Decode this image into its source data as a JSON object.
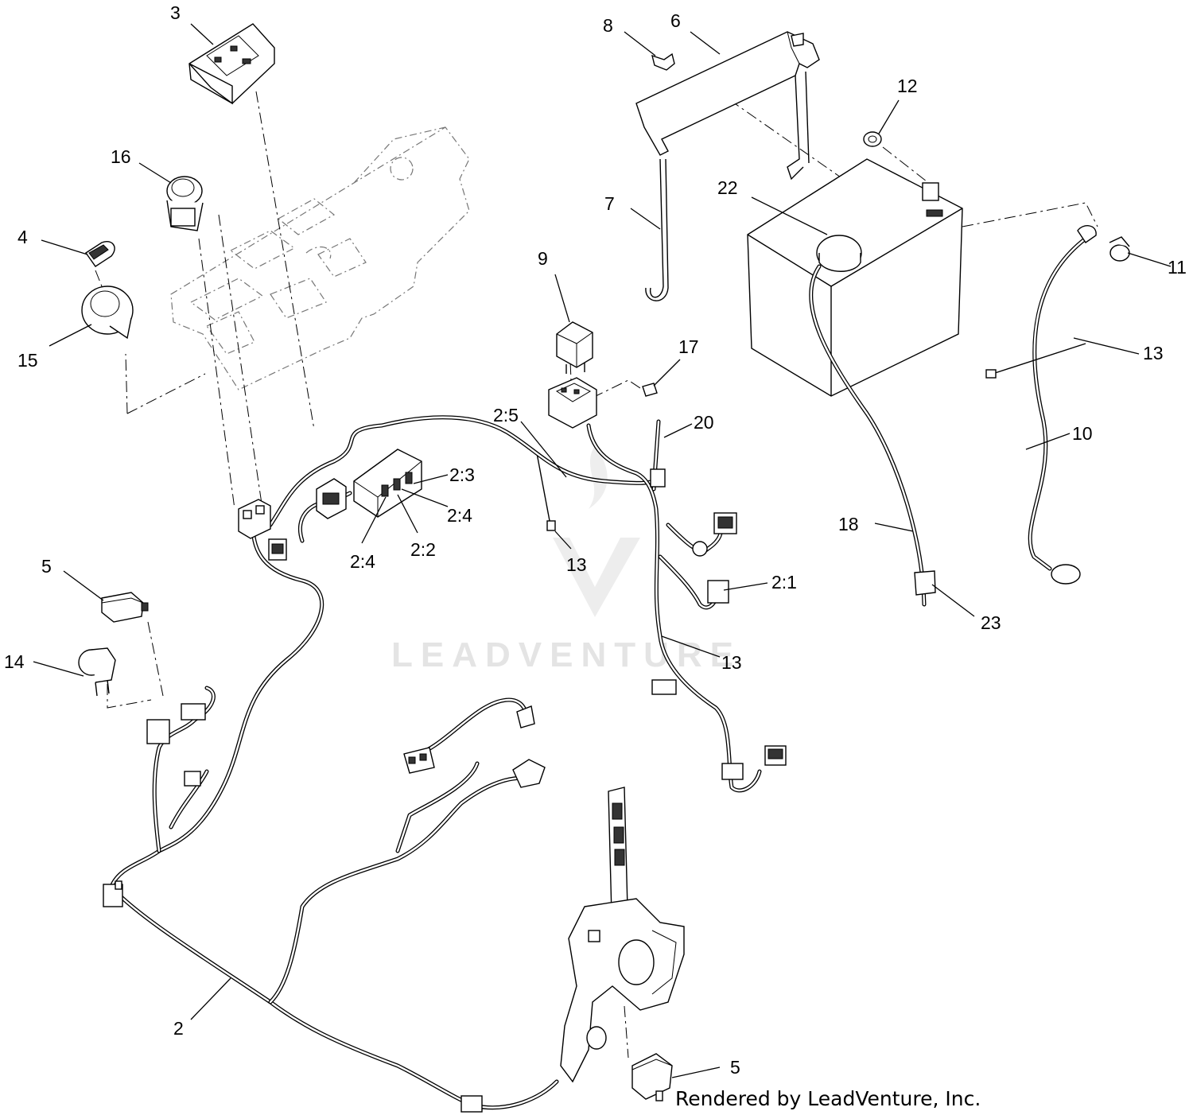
{
  "watermark": {
    "text": "LEADVENTURE"
  },
  "footer": {
    "credit": "Rendered by LeadVenture, Inc."
  },
  "callouts": {
    "c2": "2",
    "c2_1": "2:1",
    "c2_2": "2:2",
    "c2_3": "2:3",
    "c2_4a": "2:4",
    "c2_4b": "2:4",
    "c2_5": "2:5",
    "c3": "3",
    "c4": "4",
    "c5a": "5",
    "c5b": "5",
    "c6": "6",
    "c7": "7",
    "c8": "8",
    "c9": "9",
    "c10": "10",
    "c11": "11",
    "c12": "12",
    "c13a": "13",
    "c13b": "13",
    "c13c": "13",
    "c14": "14",
    "c15": "15",
    "c16": "16",
    "c17": "17",
    "c18": "18",
    "c20": "20",
    "c22": "22",
    "c23": "23"
  }
}
